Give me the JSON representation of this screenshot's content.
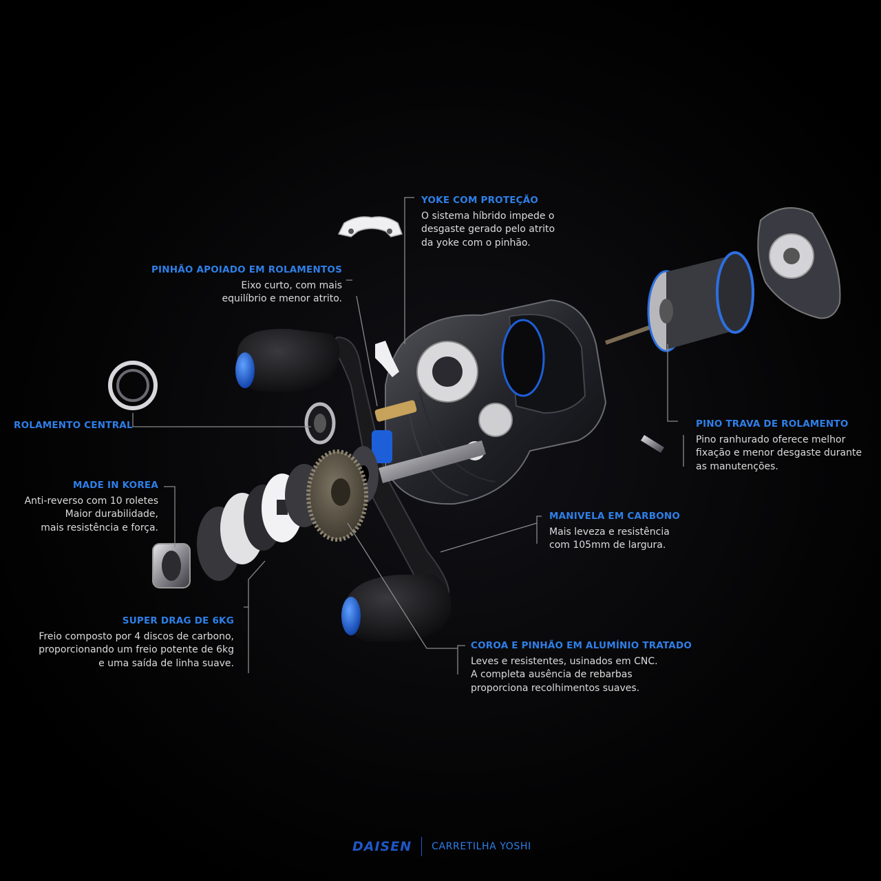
{
  "colors": {
    "background": "#000000",
    "accent": "#2f7fe8",
    "reel_blue": "#1d5fd8",
    "text": "#dcdcdc"
  },
  "callouts": {
    "yoke": {
      "title": "YOKE COM PROTEÇÃO",
      "lines": [
        "O sistema híbrido impede o",
        "desgaste gerado pelo atrito",
        "da yoke com o pinhão."
      ]
    },
    "pinhao": {
      "title": "PINHÃO APOIADO EM ROLAMENTOS",
      "lines": [
        "Eixo curto, com mais",
        "equilíbrio e menor atrito."
      ]
    },
    "rolamento": {
      "title": "ROLAMENTO CENTRAL",
      "lines": []
    },
    "korea": {
      "title": "MADE IN KOREA",
      "lines": [
        "Anti-reverso com 10 roletes",
        "Maior durabilidade,",
        "mais resistência e força."
      ]
    },
    "drag": {
      "title": "SUPER DRAG DE 6kg",
      "lines": [
        "Freio composto por 4 discos de carbono,",
        "proporcionando um freio potente de 6kg",
        "e uma saída de linha suave."
      ]
    },
    "pino": {
      "title": "PINO TRAVA DE ROLAMENTO",
      "lines": [
        "Pino ranhurado oferece melhor",
        "fixação e menor desgaste durante",
        "as manutenções."
      ]
    },
    "manivela": {
      "title": "MANIVELA EM CARBONO",
      "lines": [
        "Mais leveza e resistência",
        "com  105mm de largura."
      ]
    },
    "coroa": {
      "title": "COROA E PINHÃO EM ALUMÍNIO TRATADO",
      "lines": [
        "Leves e resistentes, usinados em CNC.",
        "A completa ausência de rebarbas",
        "proporciona recolhimentos suaves."
      ]
    }
  },
  "footer": {
    "brand": "DAISEN",
    "product": "CARRETILHA YOSHI"
  }
}
